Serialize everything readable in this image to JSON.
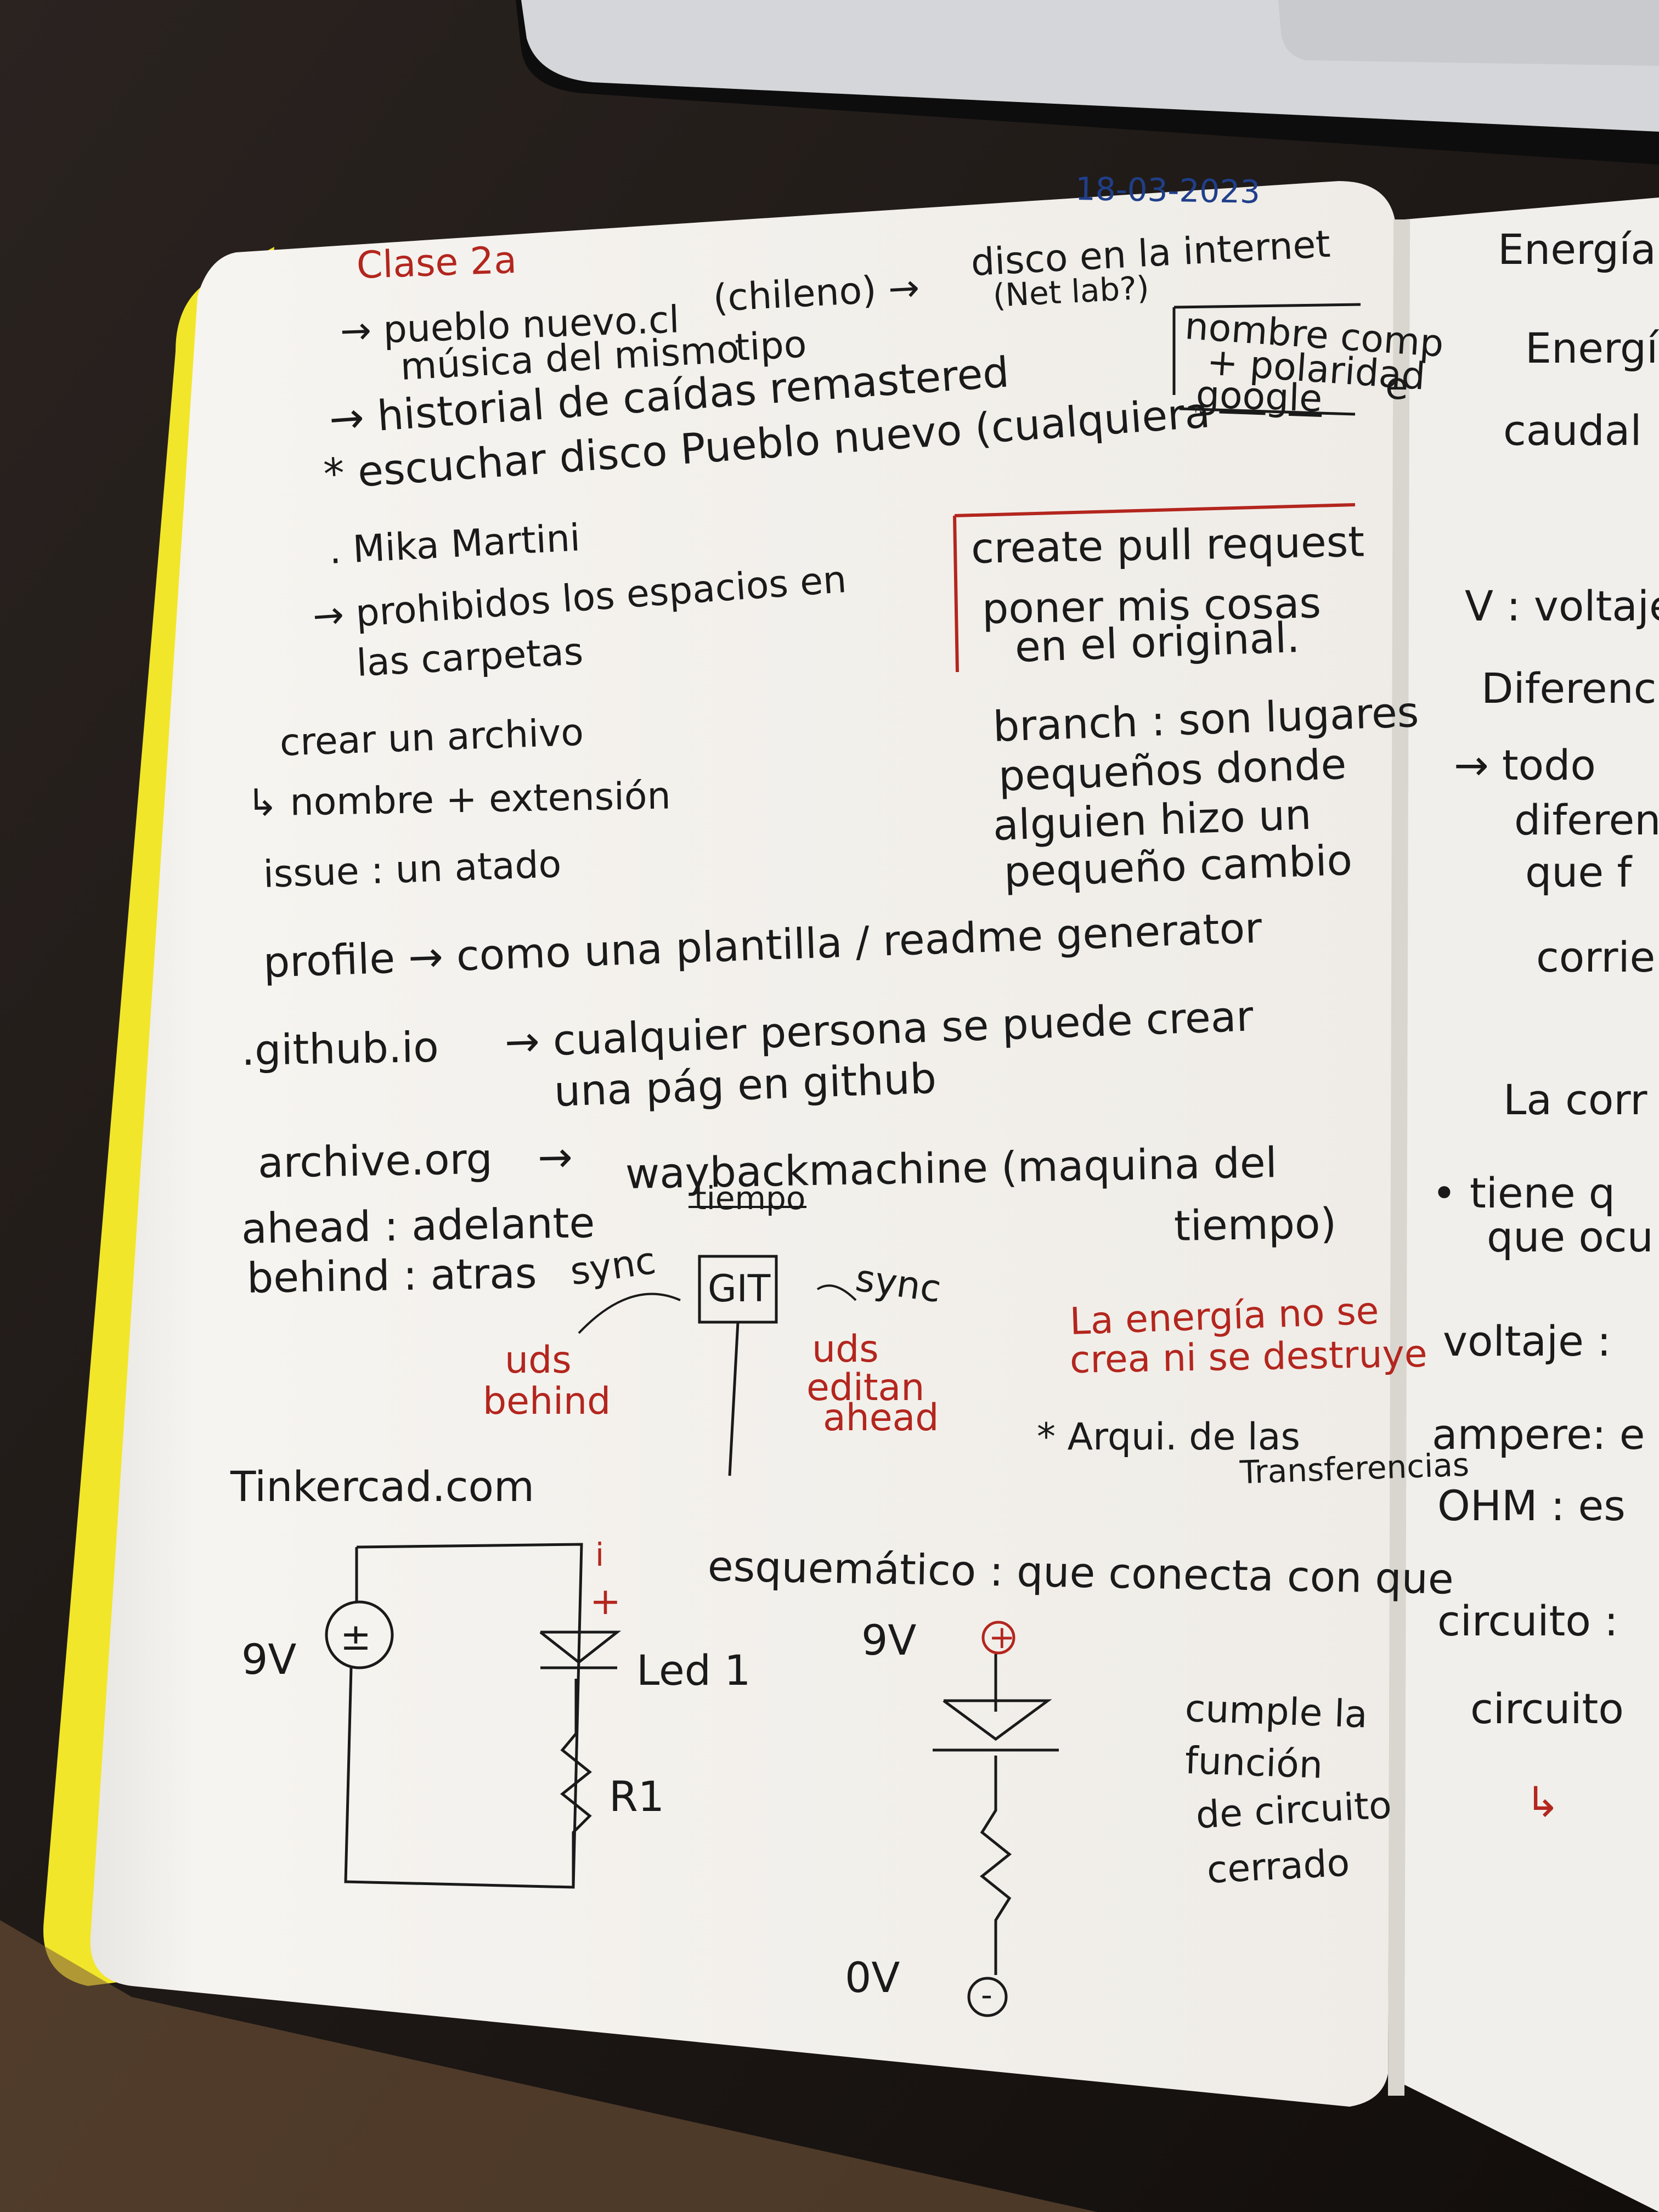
{
  "colors": {
    "ink": "#1a1a1a",
    "red_ink": "#b3261e",
    "blue_ink": "#1f3f8a",
    "paper": "#f4f2ee",
    "binding": "#f2e62a",
    "desk": "#1e1916",
    "laptop": "#d6d8db"
  },
  "main_page": {
    "date": "18-03-2023",
    "title": "Clase 2a",
    "lines": [
      "→ pueblo nuevo.cl",
      "(chileno) →",
      "disco en la internet",
      "(Net lab?)",
      "música del mismo",
      "tipo",
      "→ historial de caídas remastered",
      "* escuchar disco Pueblo nuevo (cualquiera",
      ". Mika Martini",
      "→ prohibidos los espacios en",
      "las carpetas",
      "crear un archivo",
      "↳ nombre + extensión",
      "issue : un atado",
      "profile → como una plantilla / readme generator",
      ".github.io",
      "→ cualquier persona se puede crear",
      "una pág en github",
      "archive.org",
      "→",
      "waybackmachine (maquina del",
      "tiempo)",
      "ahead : adelante",
      "behind : atras",
      "Tinkercad.com",
      "esquemático : que conecta con que",
      "cumple la",
      "función",
      "de circuito",
      "cerrado"
    ],
    "box_top": [
      "nombre comp",
      "+ polaridad",
      "google"
    ],
    "pull_box": [
      "create pull request",
      "poner mis cosas",
      "en el original."
    ],
    "branch_note": [
      "branch : son lugares",
      "pequeños donde",
      "alguien hizo un",
      "pequeño cambio"
    ],
    "git_diagram": {
      "label_top": "tiempo",
      "box_label": "GIT",
      "left_sync": "sync",
      "right_sync": "sync"
    },
    "red_notes": [
      "uds",
      "behind",
      "uds",
      "editan",
      "ahead",
      "La energía no se",
      "crea ni se destruye"
    ],
    "arqui_note": [
      "* Arqui. de las",
      "Transferencias"
    ],
    "circuit1": {
      "voltage": "9V",
      "source_symbol": "±",
      "led": "Led 1",
      "resistor": "R1",
      "plus": "+",
      "current_mark": "i"
    },
    "circuit2": {
      "voltage": "9V",
      "ground": "0V",
      "plus_symbol": "+",
      "minus_symbol": "-"
    },
    "e_mark": "e"
  },
  "right_page": {
    "lines": [
      "Energía",
      "Energía",
      "caudal",
      "V : voltaje",
      "Diferencia",
      "→ todo",
      "diferen",
      "que f",
      "corrie",
      "La corr",
      "• tiene q",
      "que ocu",
      "voltaje :",
      "ampere: e",
      "OHM : es",
      "circuito :",
      "circuito",
      "↳"
    ]
  }
}
